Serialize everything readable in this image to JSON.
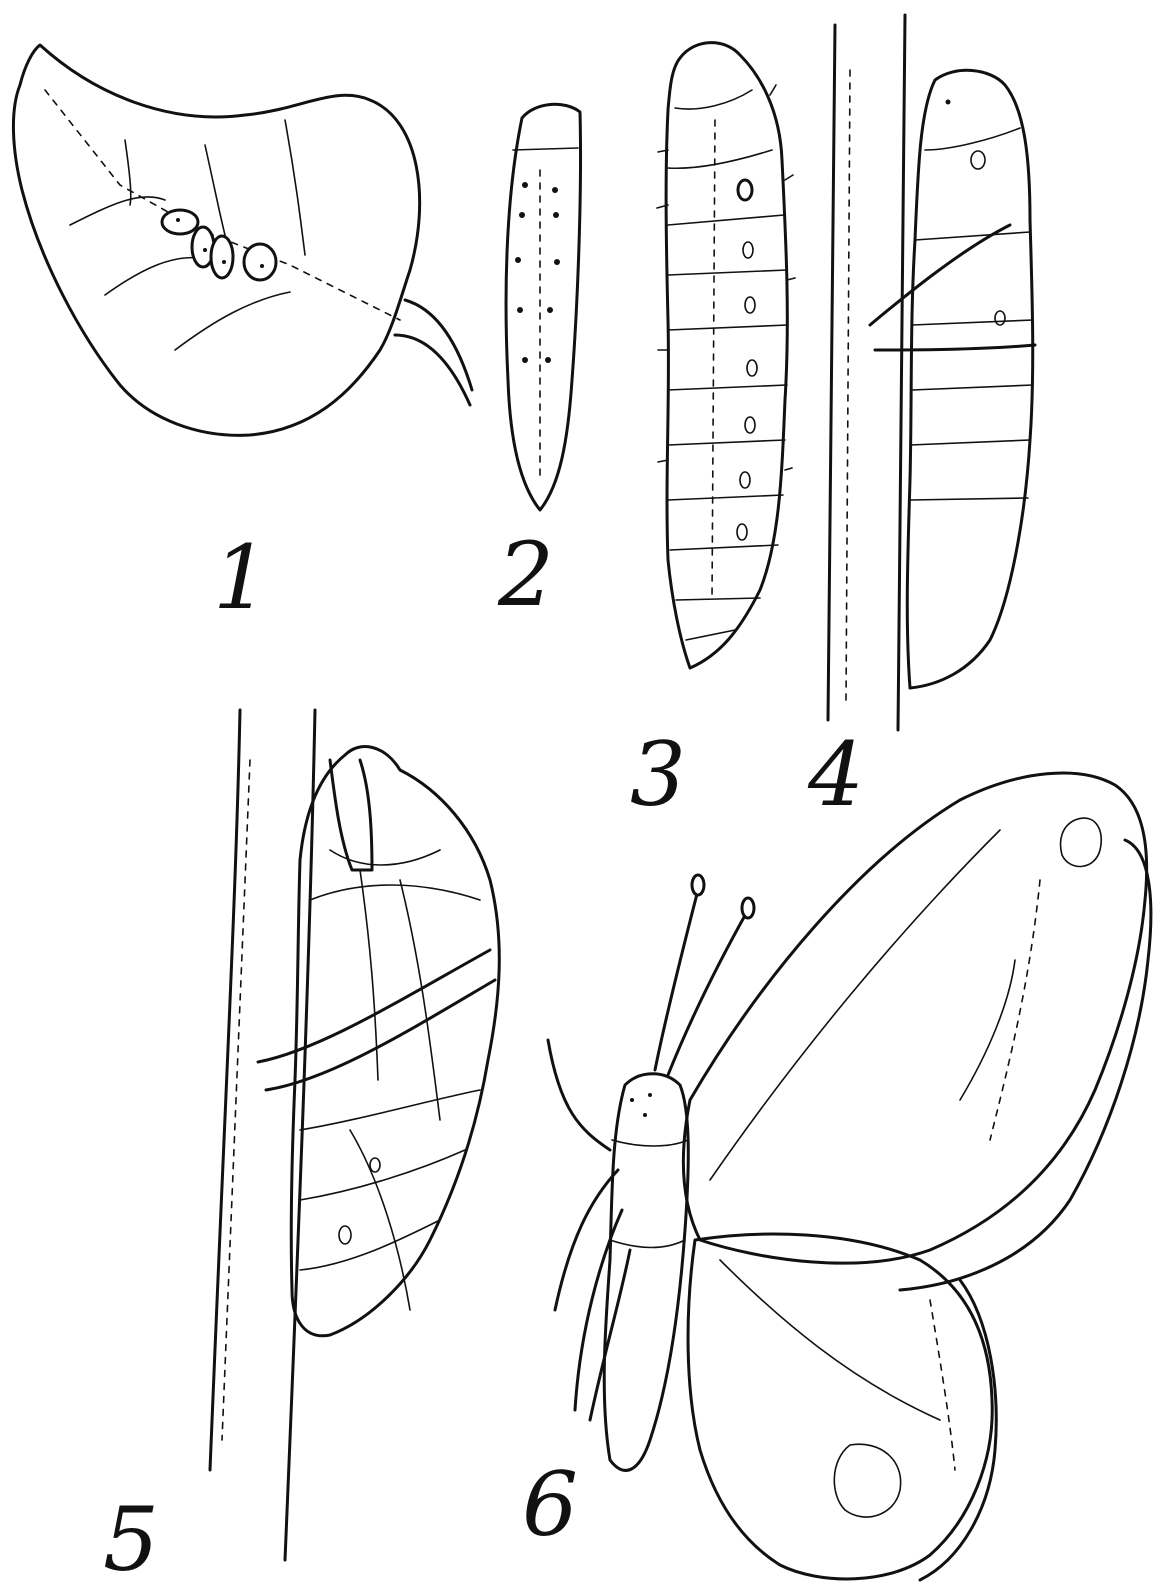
{
  "figure": {
    "stages": [
      {
        "label": "1",
        "icon": "egg-on-leaf-icon"
      },
      {
        "label": "2",
        "icon": "young-larva-icon"
      },
      {
        "label": "3",
        "icon": "caterpillar-icon"
      },
      {
        "label": "4",
        "icon": "prepupa-on-stem-icon"
      },
      {
        "label": "5",
        "icon": "pupa-chrysalis-icon"
      },
      {
        "label": "6",
        "icon": "adult-butterfly-icon"
      }
    ],
    "ink_color": "#111111",
    "background_color": "#ffffff"
  }
}
